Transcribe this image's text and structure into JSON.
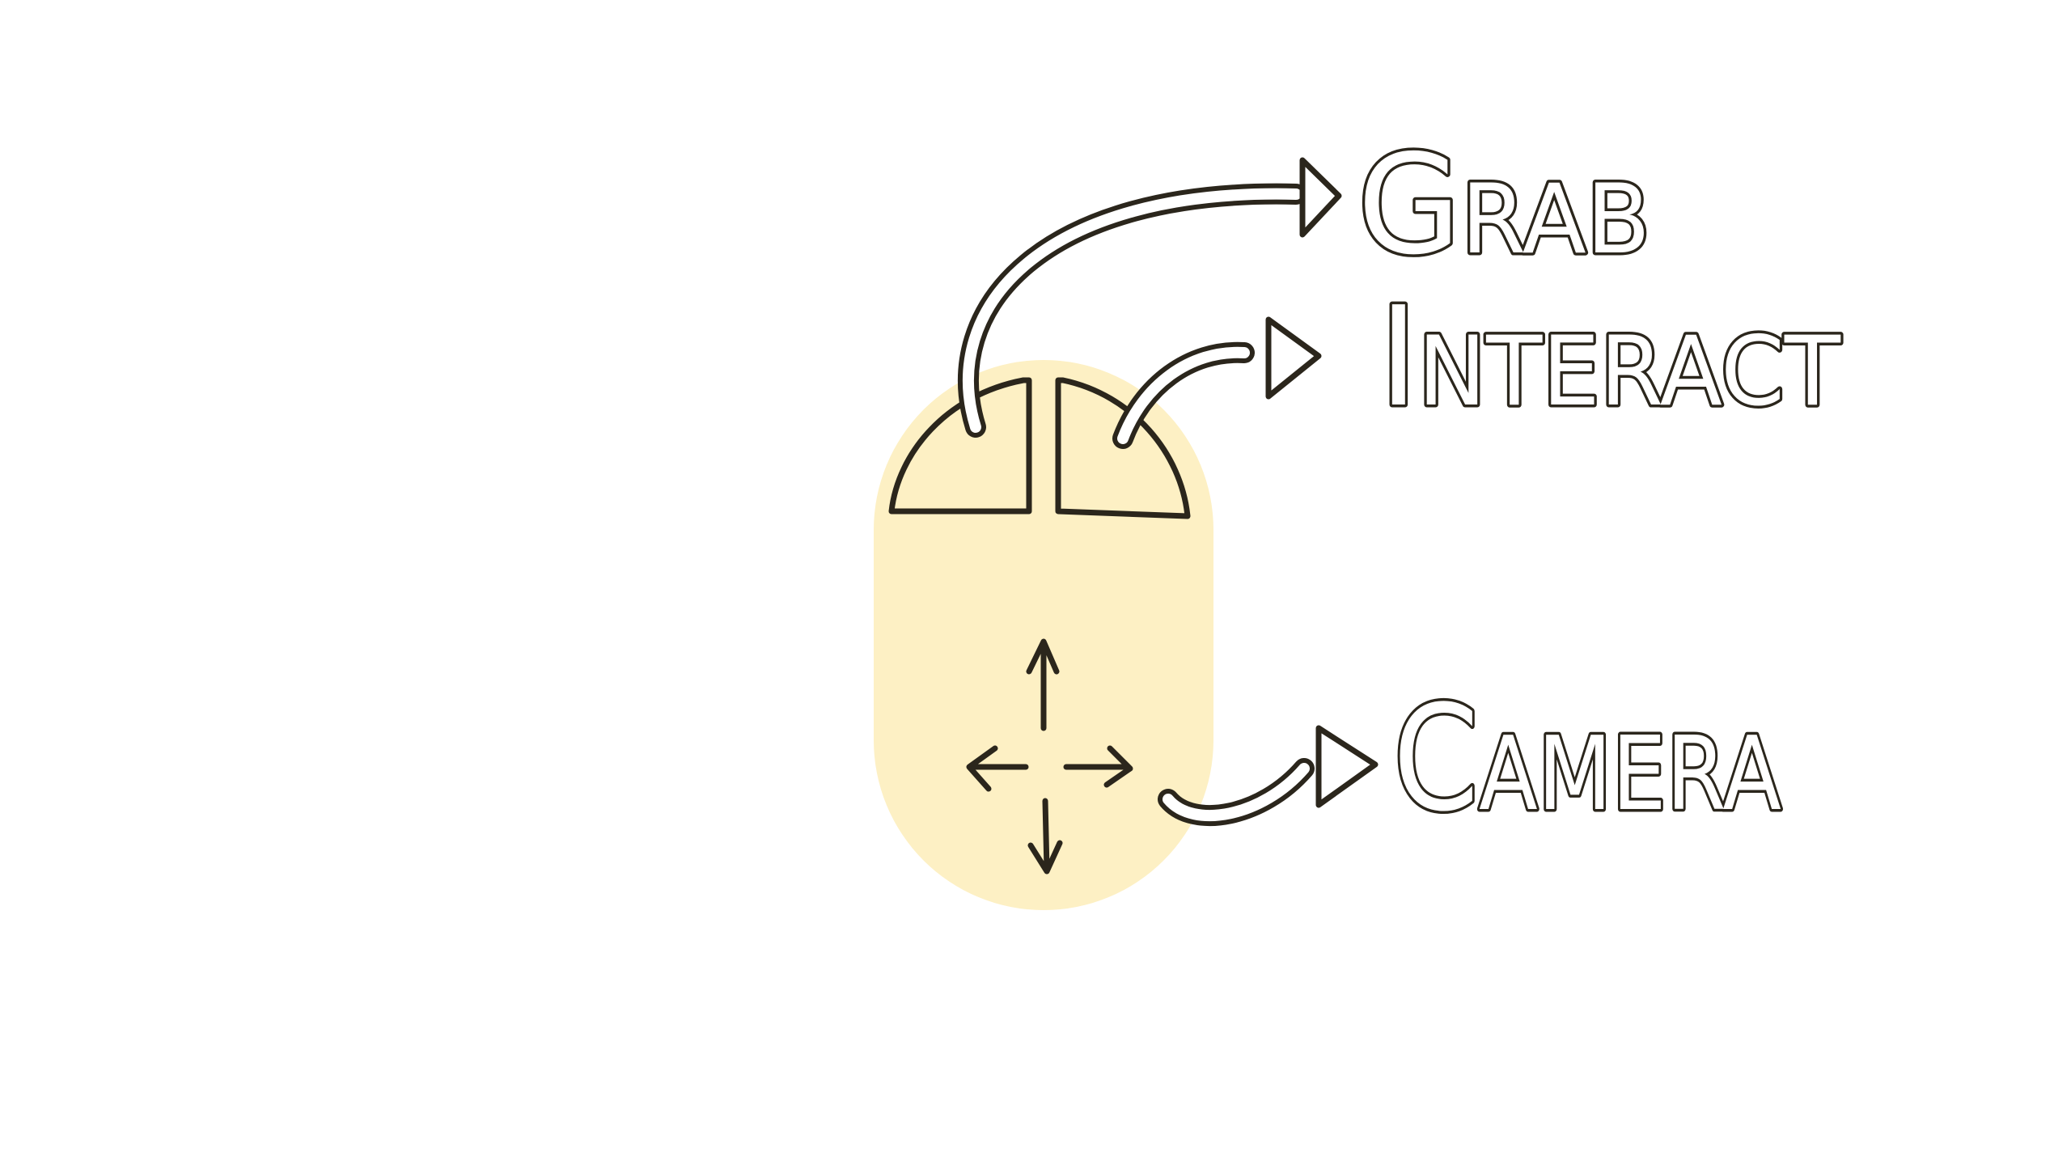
{
  "colors": {
    "mouse_body": "#fdf0c4",
    "ink": "#2b261c",
    "label_fill": "#ffffff"
  },
  "labels": {
    "grab": "Grab",
    "interact": "Interact",
    "camera": "Camera"
  },
  "icons": {
    "mouse": "mouse-icon",
    "move_arrows": "four-way-arrow-icon"
  }
}
